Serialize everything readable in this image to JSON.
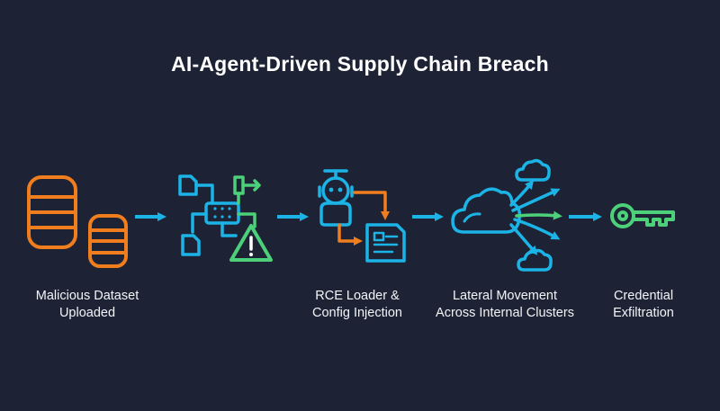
{
  "title": "AI-Agent-Driven Supply Chain Breach",
  "colors": {
    "background": "#1d2334",
    "orange": "#f07d1e",
    "cyan": "#1cb3e6",
    "green": "#4cd07a",
    "text": "#ffffff"
  },
  "stages": [
    {
      "icon": "database-icon",
      "label_lines": [
        "Malicious Dataset",
        "Uploaded"
      ]
    },
    {
      "icon": "pipeline-warning-icon",
      "label_lines": []
    },
    {
      "icon": "robot-config-icon",
      "label_lines": [
        "RCE Loader &",
        "Config Injection"
      ]
    },
    {
      "icon": "cloud-network-icon",
      "label_lines": [
        "Lateral Movement",
        "Across Internal Clusters"
      ]
    },
    {
      "icon": "key-icon",
      "label_lines": [
        "Credential",
        "Exfiltration"
      ]
    }
  ]
}
